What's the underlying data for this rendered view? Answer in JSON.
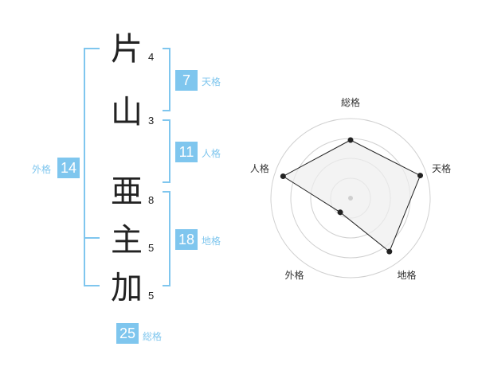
{
  "name": {
    "chars": [
      {
        "char": "片",
        "strokes": "4"
      },
      {
        "char": "山",
        "strokes": "3"
      },
      {
        "char": "亜",
        "strokes": "8"
      },
      {
        "char": "主",
        "strokes": "5"
      },
      {
        "char": "加",
        "strokes": "5"
      }
    ]
  },
  "kakusu": {
    "tenkaku": {
      "label": "天格",
      "value": "7"
    },
    "jinkaku": {
      "label": "人格",
      "value": "11"
    },
    "chikaku": {
      "label": "地格",
      "value": "18"
    },
    "gaikaku": {
      "label": "外格",
      "value": "14"
    },
    "soukaku": {
      "label": "総格",
      "value": "25"
    }
  },
  "radar": {
    "axes": [
      "総格",
      "天格",
      "地格",
      "外格",
      "人格"
    ],
    "levels": 4,
    "values": [
      0.73,
      0.92,
      0.83,
      0.22,
      0.89
    ],
    "colors": {
      "grid": "#d0d0d0",
      "fill": "#eeeeee",
      "line": "#222222",
      "center": "#cfcfcf"
    }
  },
  "colors": {
    "accent": "#7fc6ee"
  }
}
